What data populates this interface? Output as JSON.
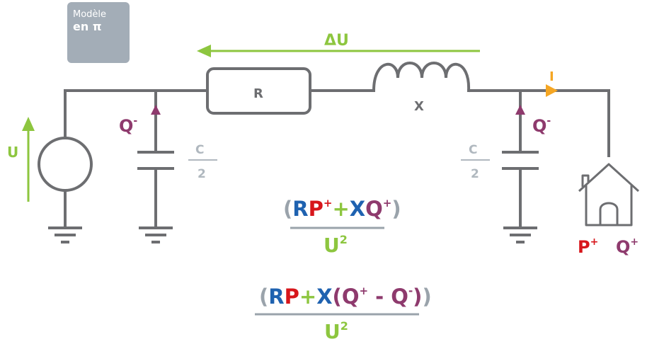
{
  "badge": {
    "line1": "Modèle",
    "line2": "en π"
  },
  "labels": {
    "delta_u": "ΔU",
    "u_source": "U",
    "r": "R",
    "x": "X",
    "current": "I",
    "q_left_base": "Q",
    "q_left_sup": "-",
    "q_right_base": "Q",
    "q_right_sup": "-",
    "c_left_num": "C",
    "c_left_den": "2",
    "c_right_num": "C",
    "c_right_den": "2",
    "load_p_base": "P",
    "load_p_sup": "+",
    "load_q_base": "Q",
    "load_q_sup": "+"
  },
  "formula1": {
    "open": "(",
    "r": "R",
    "p": "P",
    "p_sup": "+",
    "plus": "+",
    "x": "X",
    "q": "Q",
    "q_sup": "+",
    "close": ")",
    "den_u": "U",
    "den_sup": "2"
  },
  "formula2": {
    "open": "(",
    "r": "R",
    "p": "P",
    "plus": "+",
    "x": "X",
    "open2": "(",
    "q1": "Q",
    "q1_sup": "+",
    "minus": " - ",
    "q2": "Q",
    "q2_sup": "-",
    "close2": ")",
    "close": ")",
    "den_u": "U",
    "den_sup": "2"
  },
  "colors": {
    "wire": "#6d6e71",
    "green": "#8dc63f",
    "purple": "#8e3a6d",
    "blue": "#1f62b0",
    "red": "#d7161b",
    "orange": "#f5a623",
    "badge": "#a3adb7"
  }
}
